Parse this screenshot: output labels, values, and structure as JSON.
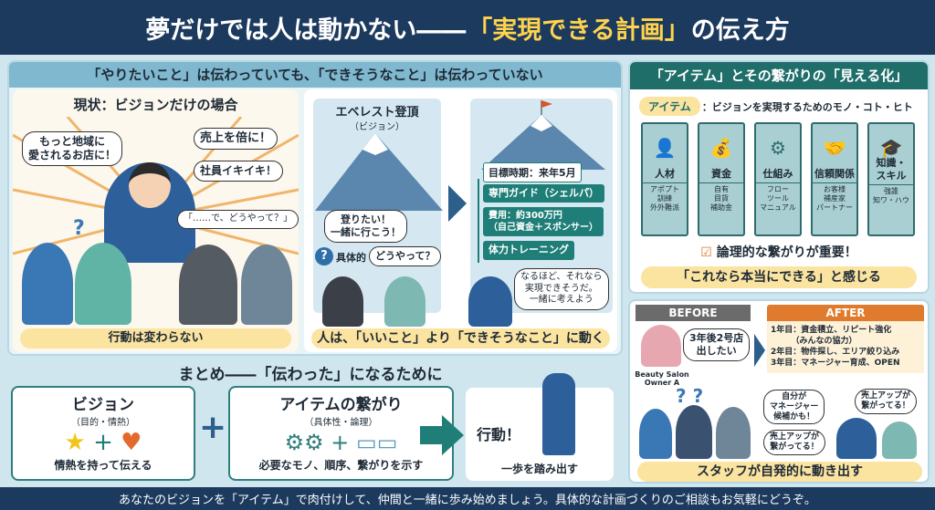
{
  "header": {
    "title_pre": "夢だけでは人は動かない――",
    "title_highlight": "「実現できる計画」",
    "title_post": "の伝え方"
  },
  "left_panel": {
    "title": "「やりたいこと」は伝わっていても、「できそうなこと」は伝わっていない",
    "current": {
      "title": "現状：ビジョンだけの場合",
      "bubble1": "もっと地域に\n愛されるお店に！",
      "bubble2": "売上を倍に！",
      "bubble3": "社員イキイキ！",
      "bubble4": "「……で、どうやって？」",
      "question": "?",
      "band": "行動は変わらない"
    },
    "everest": {
      "title": "エベレスト登頂",
      "subtitle": "（ビジョン）",
      "bubble": "登りたい！\n一緒に行こう！",
      "q_label": "具体的",
      "q_bubble": "どうやって？",
      "q": "?",
      "target": "目標時期：来年5月",
      "items": [
        "専門ガイド（シェルパ）",
        "費用：約300万円\n（自己資金＋スポンサー）",
        "体力トレーニング"
      ],
      "answer": "なるほど、それなら\n実現できそうだ。\n一緒に考えよう",
      "band": "人は、「いいこと」より「できそうなこと」に動く"
    }
  },
  "items_panel": {
    "title": "「アイテム」とその繋がりの「見える化」",
    "tag": "アイテム",
    "tag_desc": "：ビジョンを実現するためのモノ・コト・ヒト",
    "pillars": [
      {
        "title": "人材",
        "lines": "アポプト\n訓練\n外外難派",
        "icon": "person-icon"
      },
      {
        "title": "資金",
        "lines": "自有\n目貨\n補助金",
        "icon": "money-bag-icon"
      },
      {
        "title": "仕組み",
        "lines": "フロー\nツール\nマニュアル",
        "icon": "gears-icon"
      },
      {
        "title": "信頼関係",
        "lines": "お客様\n補産家\nパートナー",
        "icon": "handshake-icon"
      },
      {
        "title": "知識・\nスキル",
        "lines": "強誰\n知ワ・ハウ",
        "icon": "graduation-cap-icon"
      }
    ],
    "check": "論理的な繋がりが重要！",
    "band": "「これなら本当にできる」と感じる"
  },
  "case_panel": {
    "before": "BEFORE",
    "after": "AFTER",
    "owner_bubble": "3年後2号店\n出したい",
    "owner_label": "Beauty Salon\nOwner A",
    "plan": [
      "1年目：資金積立、リピート強化\n　　　（みんなの協力）",
      "2年目：物件探し、エリア絞り込み",
      "3年目：マネージャー育成、OPEN"
    ],
    "staff_bubbles": [
      "自分が\nマネージャー\n候補かも！",
      "売上アップが\n繋がってる！",
      "売上アップが\n繋がってる！"
    ],
    "band": "スタッフが自発的に動き出す"
  },
  "summary": {
    "title": "まとめ――「伝わった」になるために",
    "vision": {
      "title": "ビジョン",
      "sub": "（目的・情熱）",
      "caption": "情熱を持って伝える"
    },
    "items": {
      "title": "アイテムの繋がり",
      "sub": "（具体性・論理）",
      "caption": "必要なモノ、順序、繋がりを示す"
    },
    "action": {
      "title": "行動！",
      "caption": "一歩を踏み出す"
    },
    "plus": "+"
  },
  "footer": "あなたのビジョンを「アイテム」で肉付けして、仲間と一緒に歩み始めましょう。具体的な計画づくりのご相談もお気軽にどうぞ。",
  "colors": {
    "navy": "#1c3a5e",
    "teal": "#1f7f78",
    "yellow": "#fbe3a0",
    "orange": "#e07a2c"
  }
}
